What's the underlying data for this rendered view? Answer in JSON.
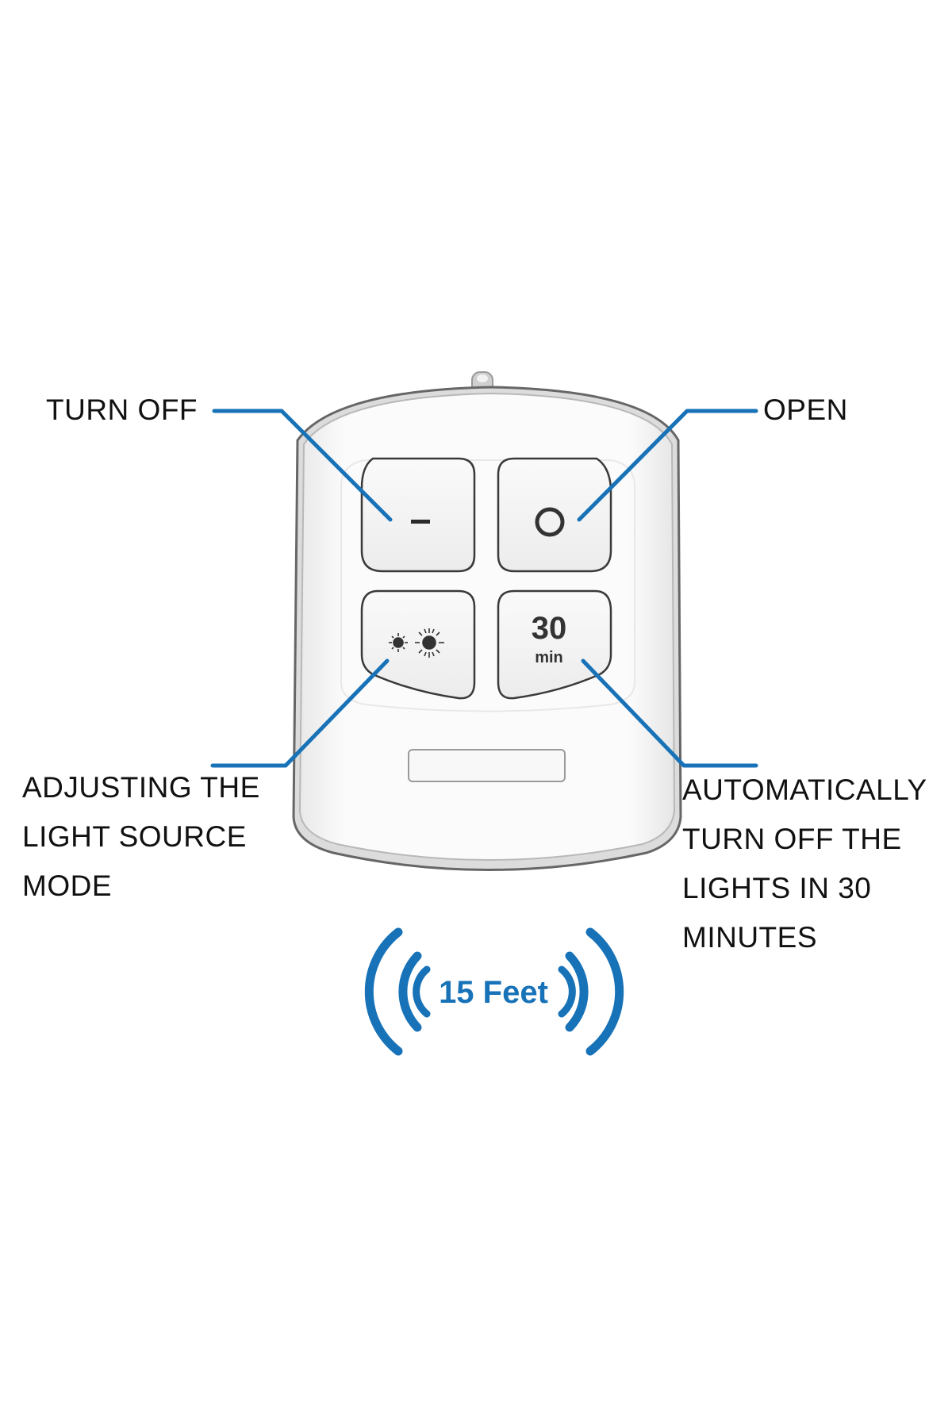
{
  "callouts": {
    "turn_off": "TURN OFF",
    "open": "OPEN",
    "adjust": [
      "ADJUSTING THE",
      "LIGHT SOURCE",
      "MODE"
    ],
    "auto_off": [
      "AUTOMATICALLY",
      "TURN OFF THE",
      "LIGHTS IN 30",
      "MINUTES"
    ]
  },
  "keys": {
    "off": "–",
    "timer_value": "30",
    "timer_unit": "min"
  },
  "range": {
    "text": "15 Feet"
  },
  "colors": {
    "leader_line": "#1772b8",
    "signal_waves": "#1772b8",
    "remote_body": "#fdfdfd",
    "remote_outline": "#555555"
  },
  "icons": {
    "off_key": "minus-icon",
    "on_key": "circle-icon",
    "mode_key": "brightness-icon",
    "signal": "wireless-signal-icon"
  }
}
